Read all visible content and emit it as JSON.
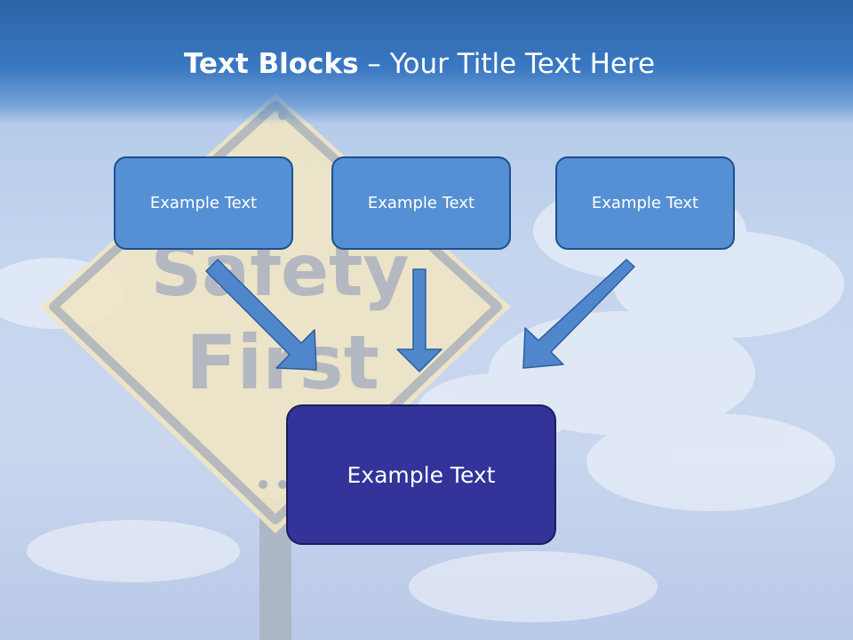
{
  "title": {
    "bold": "Text Blocks",
    "dash": " – ",
    "rest": "Your Title Text Here"
  },
  "background": {
    "sign_line1": "Safety",
    "sign_line2": "First"
  },
  "boxes": [
    "Example Text",
    "Example Text",
    "Example Text"
  ],
  "main_box": "Example Text",
  "colors": {
    "title_bar": "#3a78c2",
    "small_box": "#5590d4",
    "main_box": "#333399",
    "arrow": "#4f86cc"
  }
}
